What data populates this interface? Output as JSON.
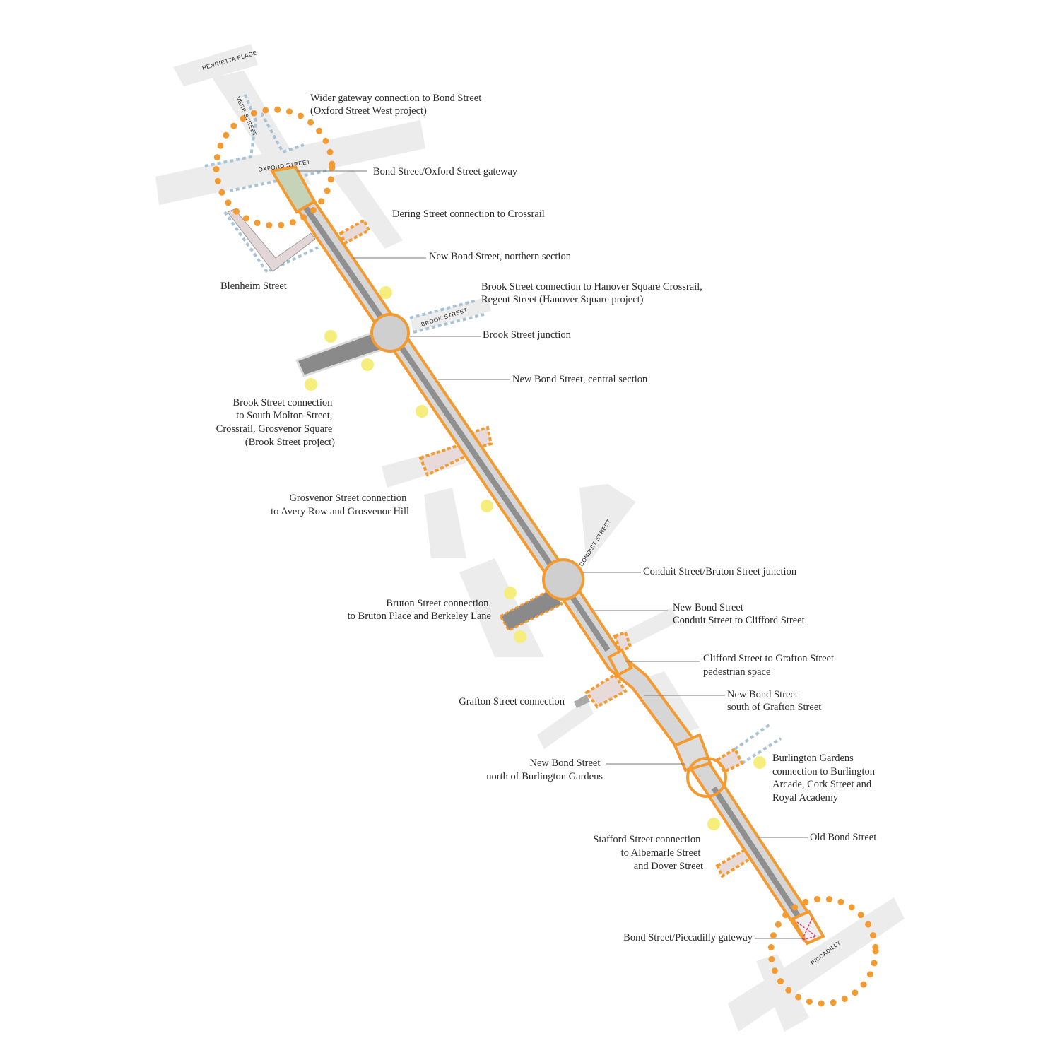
{
  "streets": {
    "henrietta": "HENRIETTA PLACE",
    "vere": "VERE STREET",
    "oxford": "OXFORD STREET",
    "brook": "BROOK STREET",
    "conduit": "CONDUIT STREET",
    "piccadilly": "PICCADILLY"
  },
  "labels": {
    "wider_gateway": [
      "Wider gateway connection to Bond Street",
      "(Oxford Street West project)"
    ],
    "oxford_gateway": "Bond Street/Oxford Street gateway",
    "dering": "Dering Street connection to Crossrail",
    "northern": "New Bond Street, northern section",
    "blenheim": "Blenheim Street",
    "brook_hanover": [
      "Brook Street connection to Hanover Square Crossrail,",
      "Regent Street (Hanover Square project)"
    ],
    "brook_junction": "Brook Street junction",
    "central": "New Bond Street, central section",
    "brook_molton": [
      "Brook Street connection",
      "to South Molton Street,",
      "Crossrail, Grosvenor Square",
      "(Brook Street project)"
    ],
    "grosvenor": [
      "Grosvenor Street connection",
      "to Avery Row and Grosvenor Hill"
    ],
    "conduit_junction": "Conduit Street/Bruton Street junction",
    "bruton": [
      "Bruton Street connection",
      "to Bruton Place and Berkeley Lane"
    ],
    "conduit_clifford": [
      "New Bond Street",
      "Conduit Street to Clifford Street"
    ],
    "clifford_grafton": [
      "Clifford Street to Grafton Street",
      "pedestrian space"
    ],
    "grafton": "Grafton Street connection",
    "south_grafton": [
      "New Bond Street",
      "south of Grafton Street"
    ],
    "north_burlington": [
      "New Bond Street",
      "north of Burlington Gardens"
    ],
    "burlington": [
      "Burlington Gardens",
      "connection to Burlington",
      "Arcade, Cork Street and",
      "Royal Academy"
    ],
    "stafford": [
      "Stafford Street connection",
      "to Albemarle Street",
      "and Dover Street"
    ],
    "old_bond": "Old Bond Street",
    "piccadilly_gateway": "Bond Street/Piccadilly gateway"
  },
  "colors": {
    "scheme_outline": "#f39a31",
    "connection_dots": "#a9c3d6",
    "highlight": "#f6ee7c",
    "street_surface": "#bdbdbd"
  }
}
